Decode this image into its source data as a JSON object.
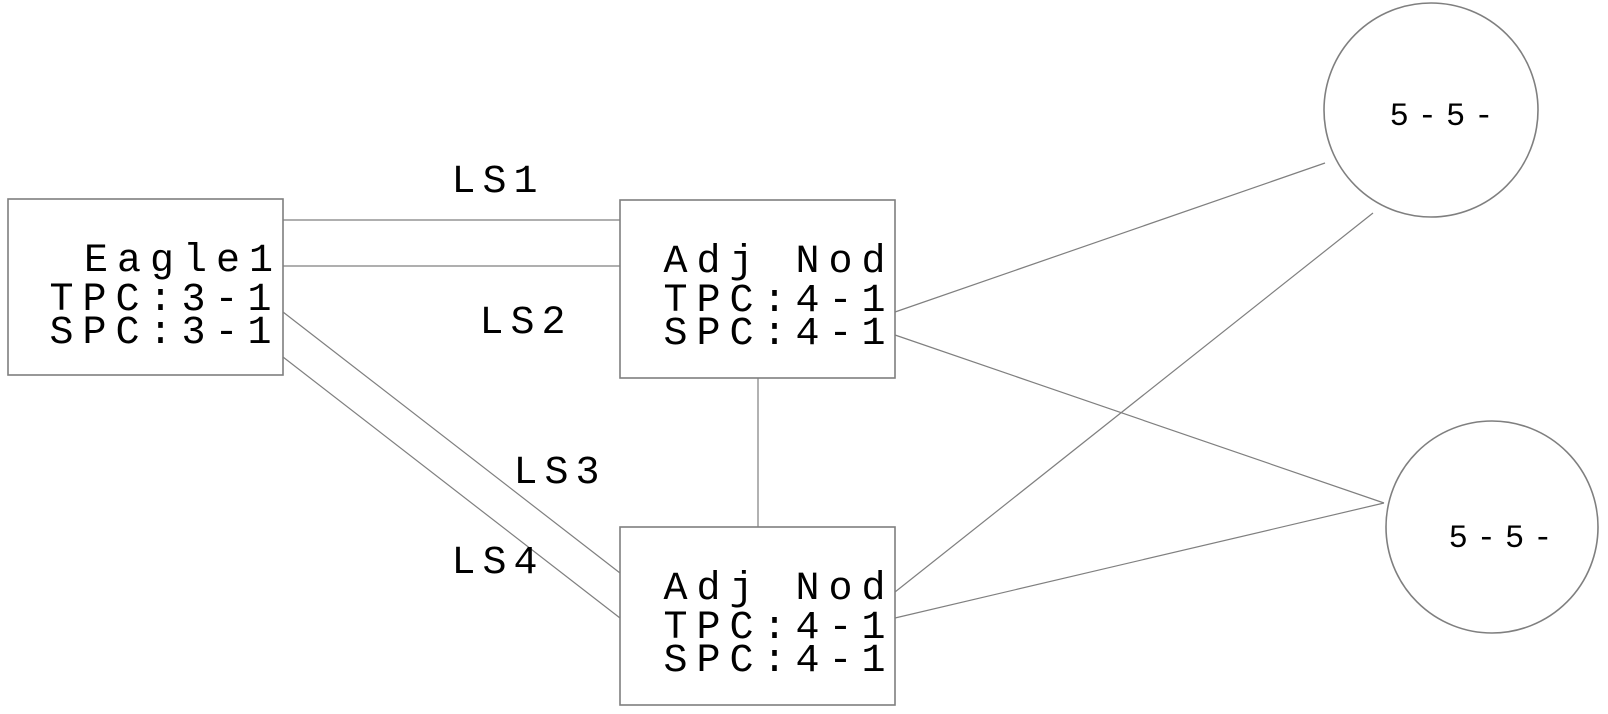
{
  "colors": {
    "background": "#ffffff",
    "line": "#7f7f7f",
    "text": "#000000"
  },
  "nodes": {
    "eagle1": {
      "name": "Eagle1",
      "tpc": "TPC:3-1",
      "spc": "SPC:3-1"
    },
    "adj_upper": {
      "name": "Adj Nod",
      "tpc": "TPC:4-1",
      "spc": "SPC:4-1"
    },
    "adj_lower": {
      "name": "Adj Nod",
      "tpc": "TPC:4-1",
      "spc": "SPC:4-1"
    },
    "cluster_upper": {
      "label": "5-5-"
    },
    "cluster_lower": {
      "label": "5-5-"
    }
  },
  "links": {
    "ls1": {
      "label": "LS1"
    },
    "ls2": {
      "label": "LS2"
    },
    "ls3": {
      "label": "LS3"
    },
    "ls4": {
      "label": "LS4"
    }
  }
}
